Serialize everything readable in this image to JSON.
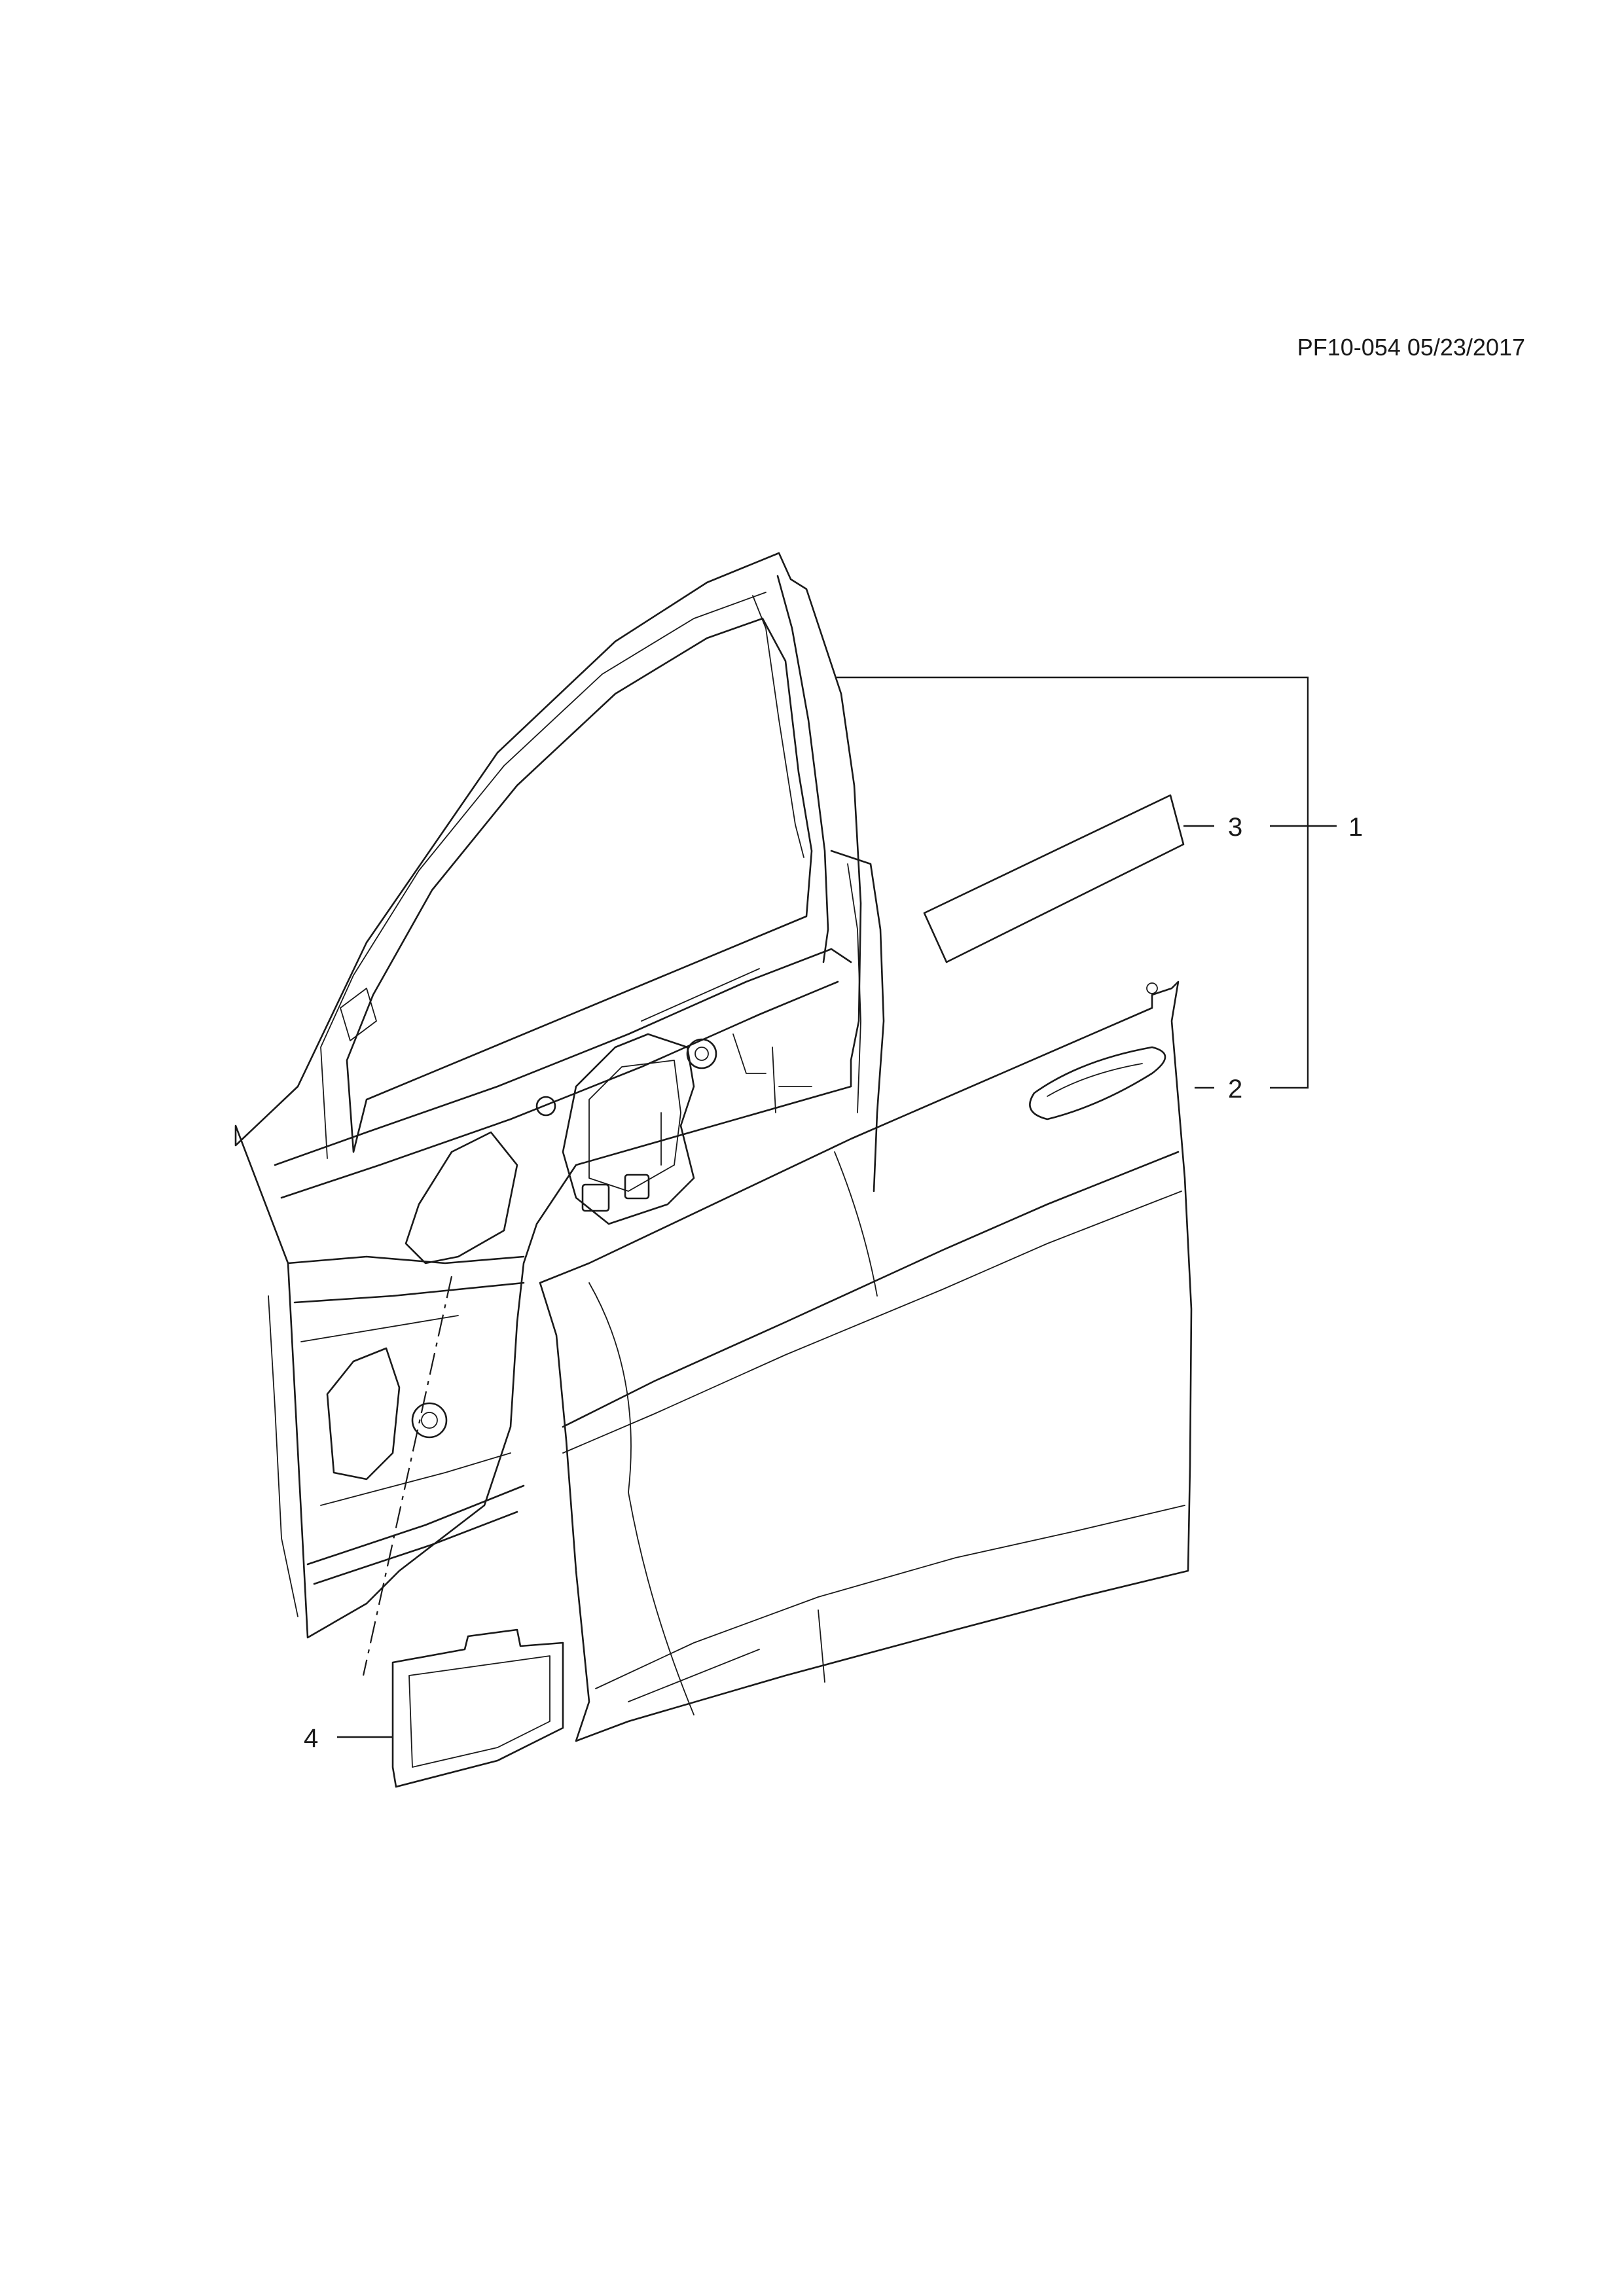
{
  "drawing": {
    "reference": "PF10-054 05/23/2017"
  },
  "callouts": [
    {
      "id": "1",
      "label": "1"
    },
    {
      "id": "2",
      "label": "2"
    },
    {
      "id": "3",
      "label": "3"
    },
    {
      "id": "4",
      "label": "4"
    }
  ]
}
